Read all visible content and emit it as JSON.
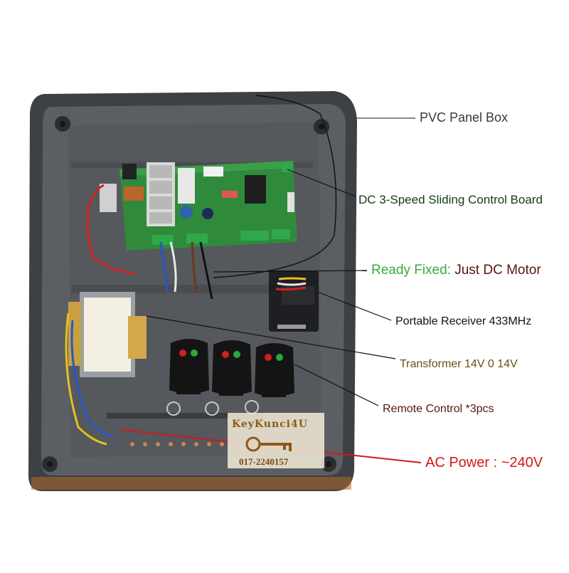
{
  "labels": {
    "pvc_box": "PVC Panel Box",
    "control_board": "DC 3-Speed Sliding Control Board",
    "ready_prefix": "Ready Fixed:",
    "ready_suffix": "Just DC Motor",
    "receiver": "Portable Receiver 433MHz",
    "transformer": "Transformer 14V 0 14V",
    "remote": "Remote Control *3pcs",
    "ac_power": "AC Power : ~240V"
  },
  "watermark": {
    "name": "KeyKunci4U",
    "phone": "017-2240157"
  },
  "colors": {
    "box": "#55585c",
    "board": "#2f8a3c",
    "ready_green": "#3aab3a",
    "ready_dark": "#5a1414",
    "ac_red": "#d11a1a"
  }
}
